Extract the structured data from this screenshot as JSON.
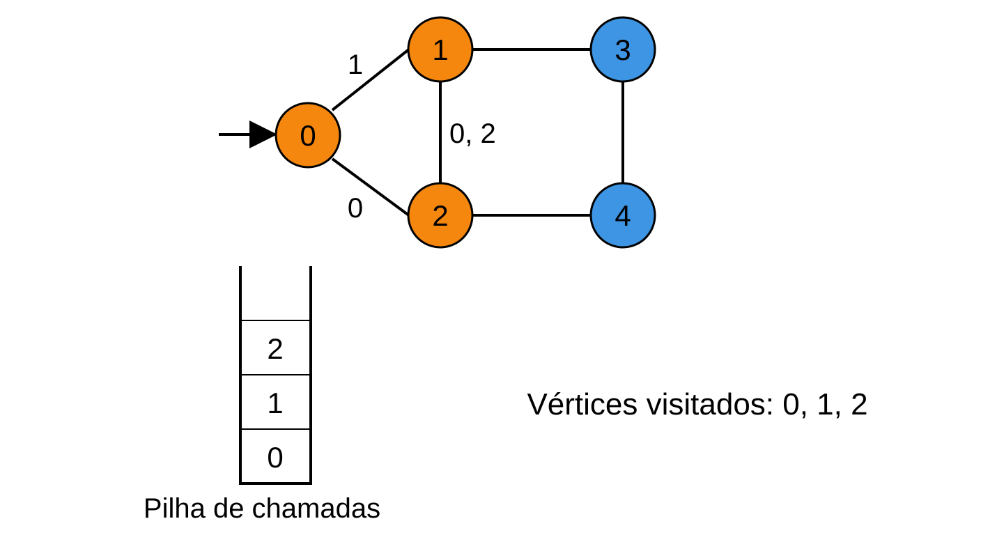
{
  "graph": {
    "colors": {
      "visited": "#f5870f",
      "unvisited": "#3d95e3",
      "stroke": "#000000"
    },
    "nodes": [
      {
        "id": "0",
        "label": "0",
        "state": "visited"
      },
      {
        "id": "1",
        "label": "1",
        "state": "visited"
      },
      {
        "id": "2",
        "label": "2",
        "state": "visited"
      },
      {
        "id": "3",
        "label": "3",
        "state": "unvisited"
      },
      {
        "id": "4",
        "label": "4",
        "state": "unvisited"
      }
    ],
    "edges": [
      {
        "from": "0",
        "to": "1"
      },
      {
        "from": "0",
        "to": "2"
      },
      {
        "from": "1",
        "to": "2"
      },
      {
        "from": "1",
        "to": "3"
      },
      {
        "from": "2",
        "to": "4"
      },
      {
        "from": "3",
        "to": "4"
      }
    ],
    "edge_labels": {
      "e01": "1",
      "e02": "0",
      "e12": "0, 2"
    },
    "start_arrow_target": "0"
  },
  "stack": {
    "caption": "Pilha de chamadas",
    "items_top_to_bottom": [
      "2",
      "1",
      "0"
    ]
  },
  "visited_text": "Vértices visitados: 0, 1, 2"
}
